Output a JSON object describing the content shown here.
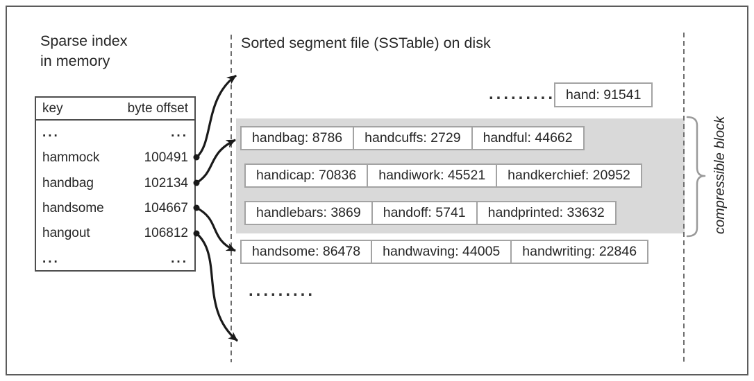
{
  "colors": {
    "text": "#262626",
    "box_border": "#a3a3a3",
    "table_border": "#4d4d4d",
    "gray_block": "#d9d9d9",
    "arrow": "#1a1a1a",
    "dashed": "#6e6e6e",
    "brace": "#9a9a9a",
    "frame": "#5c5c5c"
  },
  "sparse_index": {
    "title_line1": "Sparse index",
    "title_line2": "in memory",
    "table": {
      "col_key": "key",
      "col_offset": "byte offset",
      "rows": [
        {
          "key": "...",
          "offset": "..."
        },
        {
          "key": "hammock",
          "offset": "100491"
        },
        {
          "key": "handbag",
          "offset": "102134"
        },
        {
          "key": "handsome",
          "offset": "104667"
        },
        {
          "key": "hangout",
          "offset": "106812"
        },
        {
          "key": "...",
          "offset": "..."
        }
      ]
    }
  },
  "sstable": {
    "title": "Sorted segment file (SSTable) on disk",
    "top_ellipsis": ".........",
    "top_entry": "hand: 91541",
    "block_rows": [
      [
        "handbag: 8786",
        "handcuffs: 2729",
        "handful: 44662"
      ],
      [
        "handicap: 70836",
        "handiwork: 45521",
        "handkerchief: 20952"
      ],
      [
        "handlebars: 3869",
        "handoff: 5741",
        "handprinted: 33632"
      ]
    ],
    "row_after_block": [
      "handsome: 86478",
      "handwaving: 44005",
      "handwriting: 22846"
    ],
    "bottom_ellipsis": ".........",
    "brace_label": "compressible block"
  }
}
